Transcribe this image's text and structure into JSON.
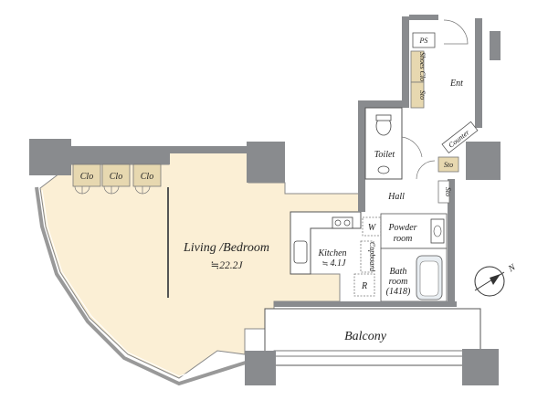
{
  "floorplan": {
    "rooms": {
      "living": {
        "name": "Living /Bedroom",
        "area": "≒22.2J"
      },
      "kitchen": {
        "name": "Kitchen",
        "area": "4.1J",
        "prefix": "≒"
      },
      "balcony": {
        "name": "Balcony"
      },
      "toilet": {
        "name": "Toilet"
      },
      "hall": {
        "name": "Hall"
      },
      "ent": {
        "name": "Ent"
      },
      "powder": {
        "name_line1": "Powder",
        "name_line2": "room"
      },
      "bath": {
        "name_line1": "Bath",
        "name_line2": "room",
        "size": "(1418)"
      }
    },
    "storage": {
      "clo1": "Clo",
      "clo2": "Clo",
      "clo3": "Clo",
      "ps": "PS",
      "shoes": "Shoes Clo",
      "sto_ent": "Sto",
      "sto_hall": "Sto",
      "sto_small": "Sto",
      "counter": "Counter",
      "cupboard": "Cupboard",
      "w": "W",
      "r": "R"
    },
    "compass": {
      "label": "N"
    },
    "colors": {
      "wall": "#898b8e",
      "living_floor": "#fbefd5",
      "storage": "#e7d8b0",
      "line": "#555555"
    }
  }
}
